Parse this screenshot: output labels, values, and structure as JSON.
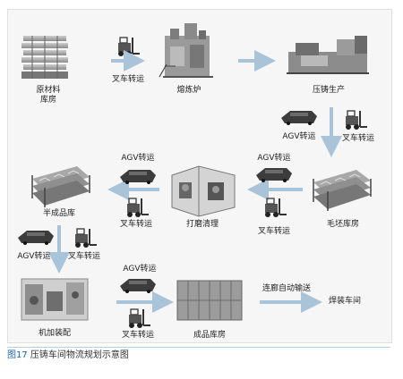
{
  "diagram": {
    "nodes": {
      "raw_material": "原材料\n库房",
      "furnace": "熔炼炉",
      "die_casting": "压铸生产",
      "blank_store": "毛坯库房",
      "grinding": "打磨清理",
      "semi_store": "半成品库",
      "machining": "机加装配",
      "finished_store": "成品库房",
      "welding": "焊装车间"
    },
    "edges": {
      "forklift": "叉车转运",
      "agv": "AGV转运",
      "conveyor": "连廊自动输送"
    }
  },
  "caption": {
    "number": "图17",
    "text": "压铸车间物流规划示意图"
  },
  "colors": {
    "arrow": "#a9c3d8",
    "caption_number": "#1d62a8",
    "caption_rule": "#b7cfe6"
  }
}
